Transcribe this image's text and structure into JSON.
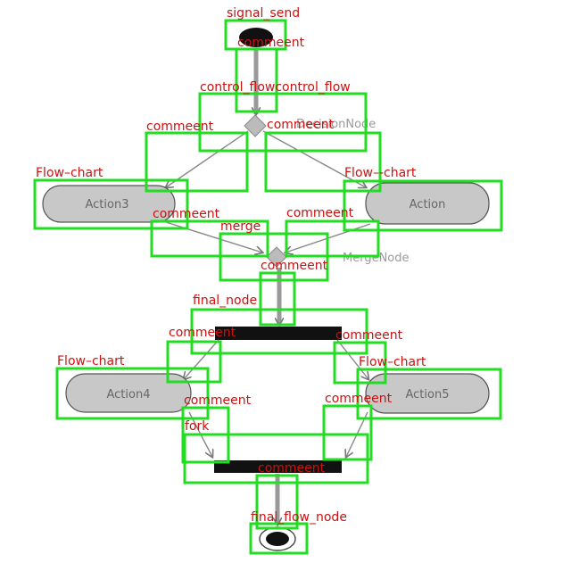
{
  "diagram": {
    "nodes": {
      "action3": "Action3",
      "action": "Action",
      "action4": "Action4",
      "action5": "Action5",
      "decision_node": "DecisionNode",
      "merge_node": "MergeNode"
    },
    "annotations": {
      "signal_send": "signal_send",
      "comment": "commeent",
      "control_flow": "control_flowcontrol_flow",
      "flow_chart_left": "Flow–chart",
      "flow_chart_right": "Flow–-chart",
      "merge": "merge",
      "final_node": "final_node",
      "fork": "fork",
      "final_flow_node": "final_flow_node"
    },
    "colors": {
      "box": "#22dd22",
      "label": "#cc1111",
      "node_fill": "#c8c8c8",
      "bar": "#111111",
      "arrow": "#888888"
    }
  }
}
